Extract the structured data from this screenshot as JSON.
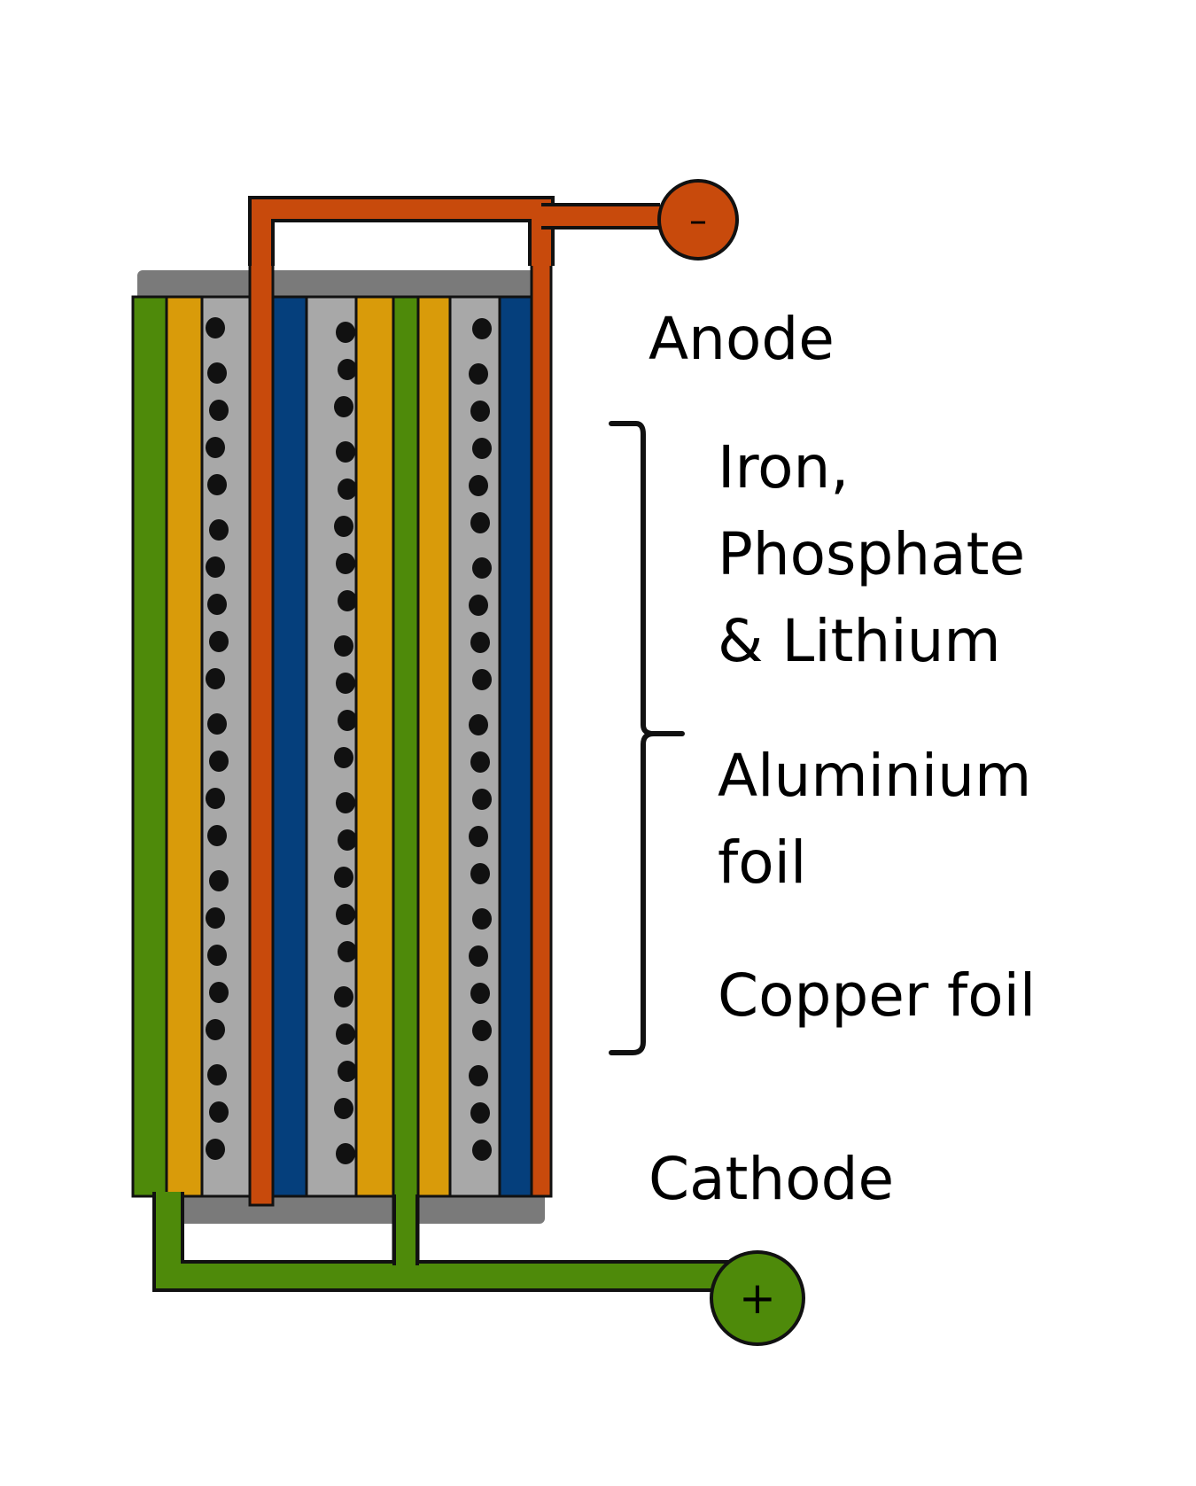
{
  "labels": {
    "anode": "Anode",
    "iron_line1": "Iron,",
    "iron_line2": "Phosphate",
    "iron_line3": "& Lithium",
    "aluminium_line1": "Aluminium",
    "aluminium_line2": "foil",
    "copper": "Copper foil",
    "cathode": "Cathode"
  },
  "terminals": {
    "negative_sign": "–",
    "positive_sign": "+"
  },
  "colors": {
    "anode_copper": "#c84a0c",
    "cathode_green": "#4e8a0a",
    "lfp_yellow": "#d99b0a",
    "separator_gray": "#a8a8a8",
    "graphite_blue": "#053f7c",
    "casing_gray": "#7a7a7a"
  }
}
